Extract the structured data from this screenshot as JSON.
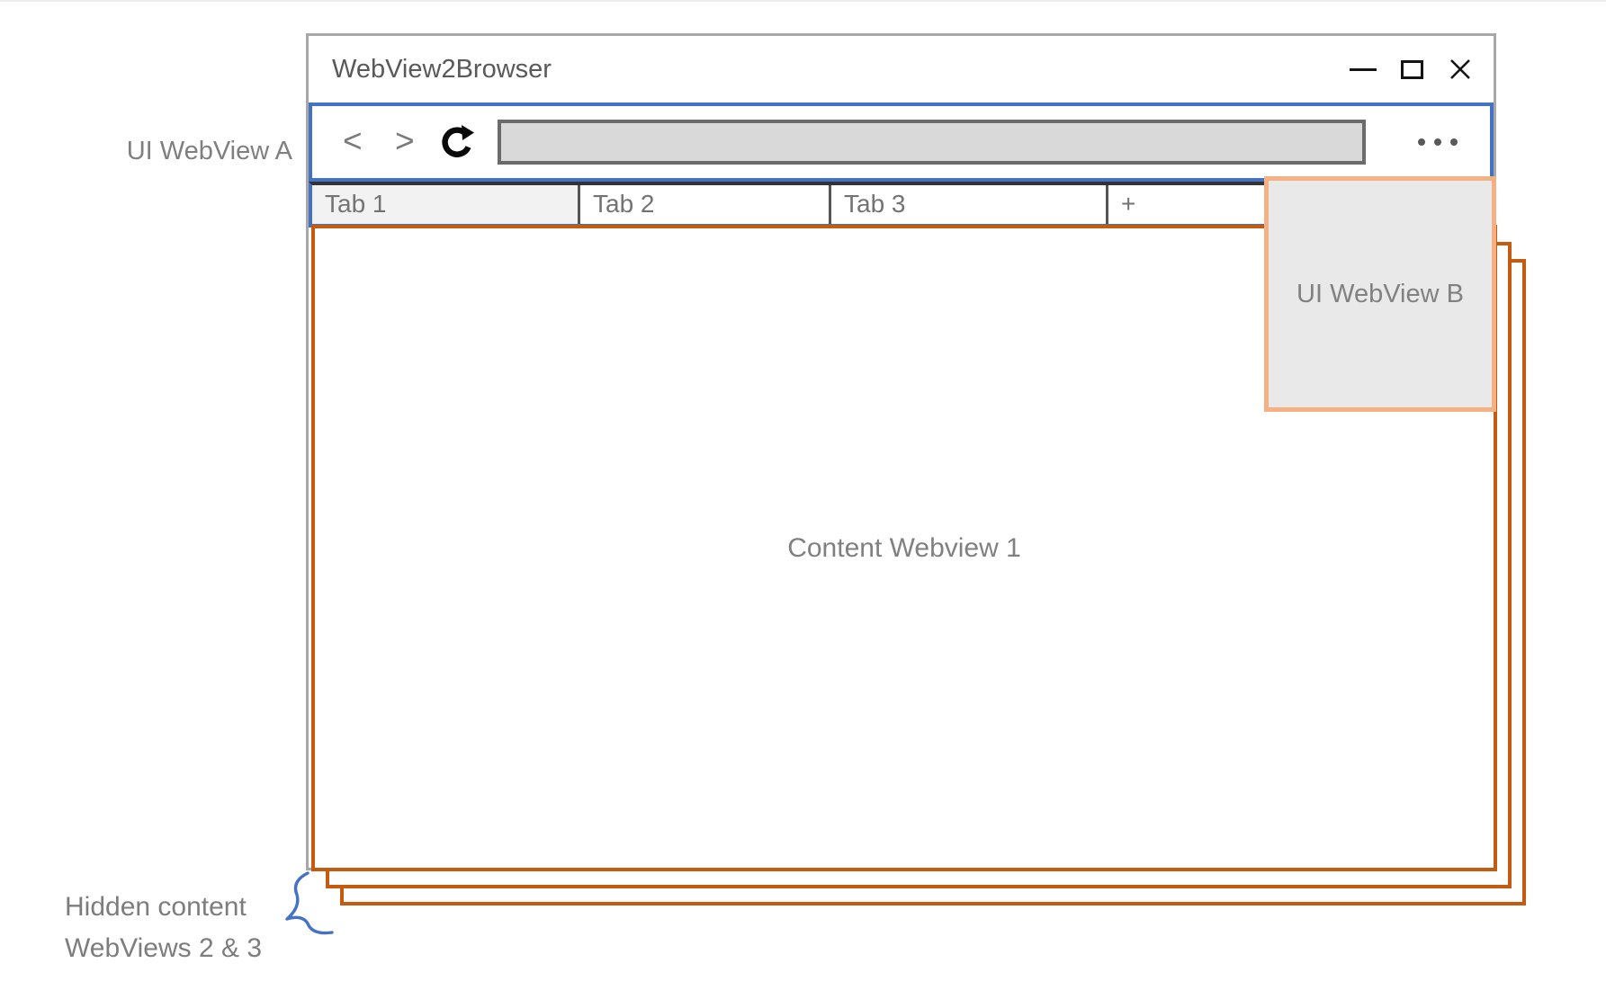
{
  "window": {
    "title": "WebView2Browser",
    "toolbar": {
      "back_glyph": "<",
      "forward_glyph": ">",
      "url_value": ""
    },
    "tabs": [
      {
        "label": "Tab 1",
        "active": true
      },
      {
        "label": "Tab 2",
        "active": false
      },
      {
        "label": "Tab 3",
        "active": false
      },
      {
        "label": "+",
        "active": false
      }
    ]
  },
  "labels": {
    "ui_webview_a": "UI WebView A",
    "ui_webview_b": "UI WebView B",
    "content_webview_1": "Content Webview 1",
    "hidden_caption_line1": "Hidden content",
    "hidden_caption_line2": "WebViews 2 & 3"
  },
  "icons": {
    "reload": "reload-circular-arrow",
    "menu": "ellipsis-dots",
    "minimize": "minimize-dash",
    "maximize": "maximize-square",
    "close": "close-x",
    "brace": "curly-brace"
  },
  "colors": {
    "accent_blue": "#4472C4",
    "content_border_orange": "#C55A11",
    "webview_b_border_peach": "#F5B183",
    "window_border_gray": "#A8A8A8",
    "label_gray": "#7F7F7F"
  }
}
